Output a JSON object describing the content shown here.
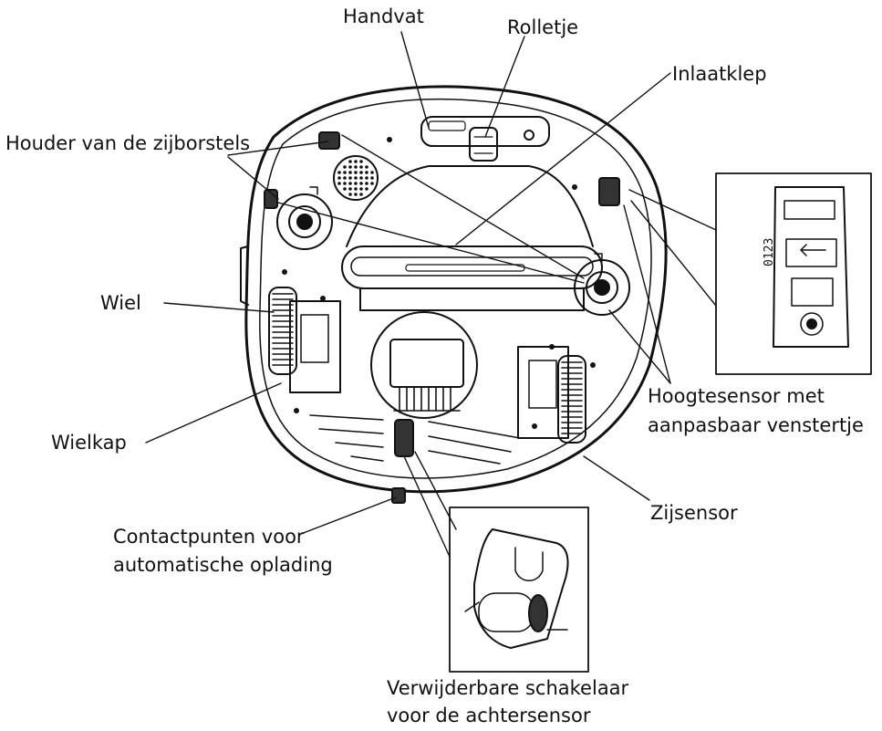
{
  "labels": {
    "handle": "Handvat",
    "roller": "Rolletje",
    "intake_valve": "Inlaatklep",
    "side_brush_holder": "Houder van de zijborstels",
    "wheel": "Wiel",
    "wheel_cover": "Wielkap",
    "charging_contacts_line1": "Contactpunten voor",
    "charging_contacts_line2": "automatische oplading",
    "height_sensor_line1": "Hoogtesensor met",
    "height_sensor_line2": "aanpasbaar venstertje",
    "side_sensor": "Zijsensor",
    "rear_switch_line1": "Verwijderbare schakelaar",
    "rear_switch_line2": "voor de achtersensor"
  },
  "inset_scale_digits": "0123"
}
